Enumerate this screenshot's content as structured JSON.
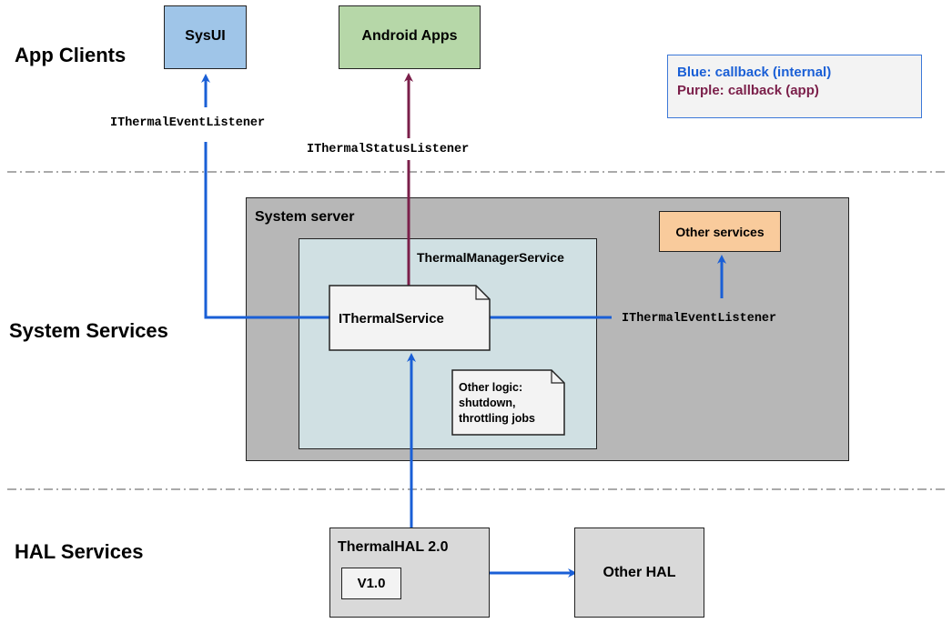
{
  "layers": {
    "app_clients": "App Clients",
    "system_services": "System Services",
    "hal_services": "HAL Services"
  },
  "boxes": {
    "sysui": "SysUI",
    "android_apps": "Android Apps",
    "system_server": "System server",
    "thermal_manager_service": "ThermalManagerService",
    "ithermal_service": "IThermalService",
    "other_services": "Other services",
    "other_logic": "Other logic: shutdown, throttling jobs",
    "thermal_hal": "ThermalHAL 2.0",
    "hal_v1": "V1.0",
    "other_hal": "Other HAL"
  },
  "interfaces": {
    "event_listener_sysui": "IThermalEventListener",
    "status_listener": "IThermalStatusListener",
    "event_listener_services": "IThermalEventListener"
  },
  "legend": {
    "blue": "Blue: callback (internal)",
    "purple": "Purple: callback (app)"
  },
  "colors": {
    "blue_arrow": "#1a5fd6",
    "purple_arrow": "#7b1f4a",
    "sysui_fill": "#9fc5e8",
    "android_apps_fill": "#b6d7a8",
    "other_services_fill": "#f9cb9c",
    "system_server_fill": "#b7b7b7",
    "thermal_manager_fill": "#d0e0e3",
    "doc_fill": "#f3f3f3",
    "hal_fill": "#d9d9d9",
    "legend_fill": "#f3f3f3",
    "legend_border": "#3c78d8"
  }
}
